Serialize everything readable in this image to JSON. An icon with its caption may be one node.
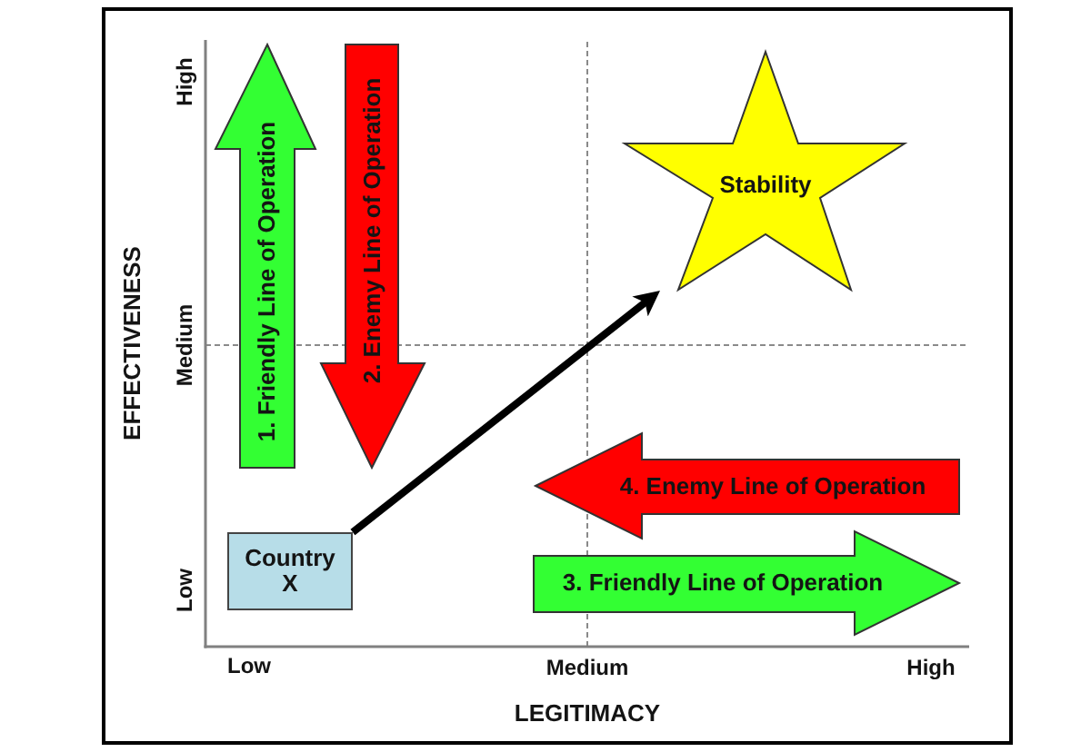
{
  "diagram": {
    "nodes": [
      {
        "text": [
          "1. Friendly Line of Operation"
        ]
      },
      {
        "text": [
          "2. Enemy Line of Operation"
        ]
      },
      {
        "text": [
          "Stability"
        ]
      },
      {
        "text": [
          "4. Enemy Line of Operation"
        ]
      },
      {
        "text": [
          "Country X"
        ]
      },
      {
        "text": [
          "3. Friendly Line of Operation"
        ]
      }
    ],
    "edges": [
      {
        "from": 4,
        "to": 2,
        "arrow": "to"
      }
    ],
    "labels": [
      "EFFECTIVENESS",
      "High",
      "Medium",
      "Low",
      "Low",
      "Medium",
      "High",
      "LEGITIMACY"
    ]
  }
}
